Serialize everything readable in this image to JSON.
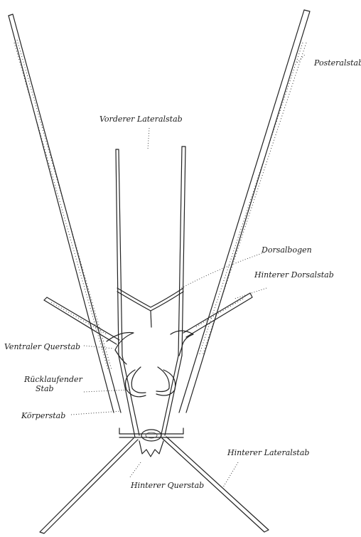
{
  "labels": {
    "posteralstab": "Posteralstab",
    "vorderer_lateralstab": "Vorderer Lateralstab",
    "dorsalbogen": "Dorsalbogen",
    "hinterer_dorsalstab": "Hinterer Dorsalstab",
    "ventraler_querstab": "Ventraler Querstab",
    "rucklaufender_stab_line1": "Rücklaufender",
    "rucklaufender_stab_line2": "Stab",
    "korperstab": "Körperstab",
    "hinterer_lateralstab": "Hinterer Lateralstab",
    "hinterer_querstab": "Hinterer Querstab"
  },
  "colors": {
    "ink": "#222222",
    "background": "#ffffff"
  }
}
